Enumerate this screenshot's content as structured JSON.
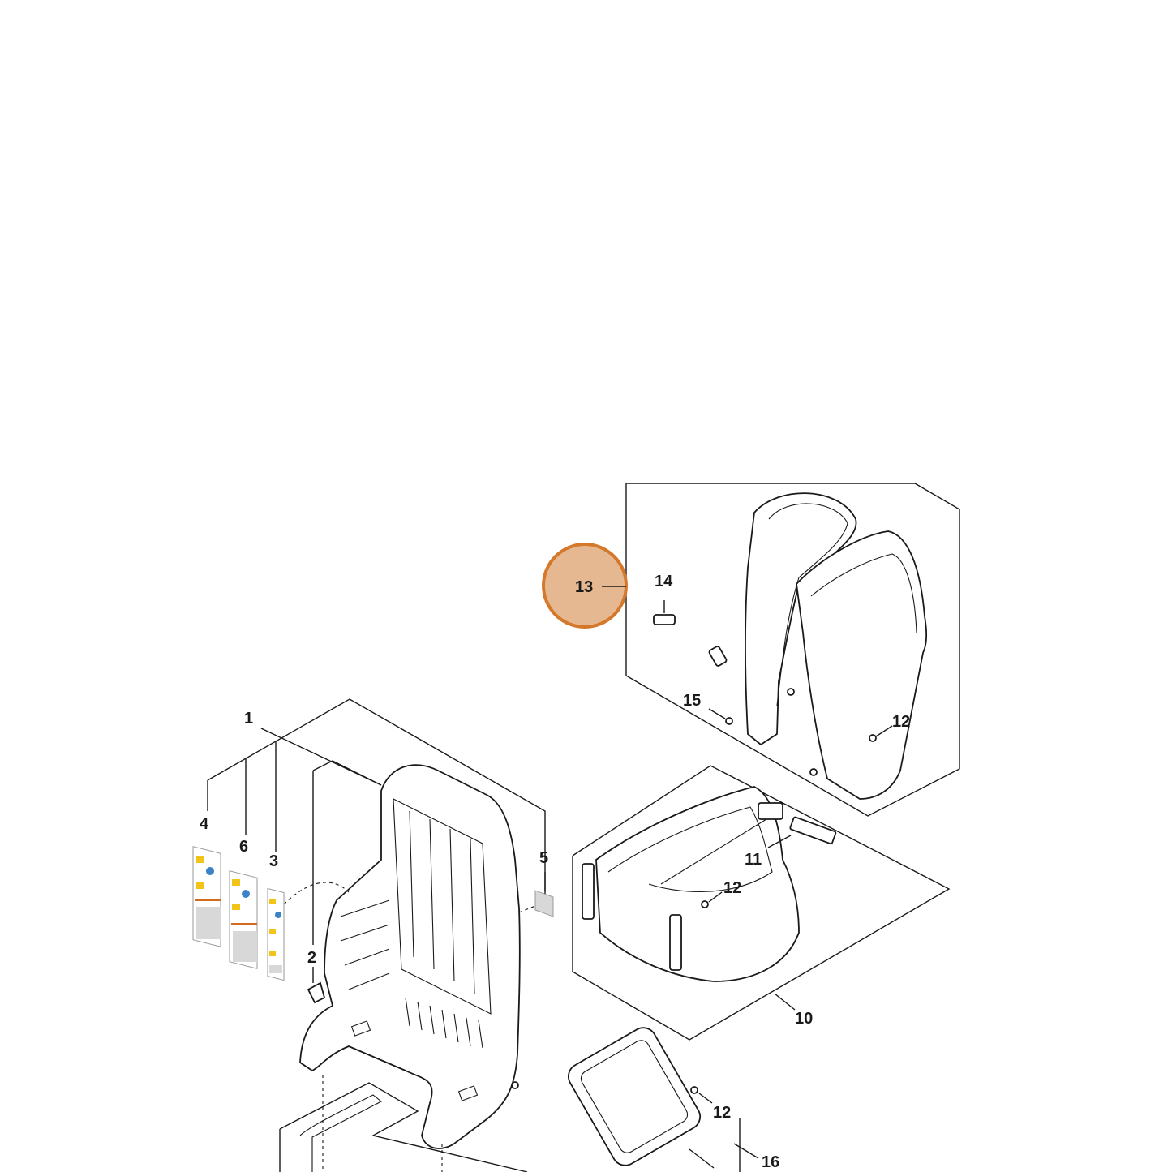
{
  "diagram": {
    "highlight": {
      "label": "13",
      "fill_color": "#e6b891",
      "stroke_color": "#d4782c"
    },
    "callouts": {
      "c1": "1",
      "c2": "2",
      "c3": "3",
      "c4": "4",
      "c5": "5",
      "c6": "6",
      "c10": "10",
      "c11": "11",
      "c12a": "12",
      "c12b": "12",
      "c12c": "12",
      "c14": "14",
      "c15": "15",
      "c16": "16"
    },
    "colors": {
      "line": "#1a1a1a",
      "label_yellow": "#f2c417",
      "label_blue": "#3c82c8",
      "label_orange": "#d46a22",
      "label_grey": "#d8d8d8"
    }
  }
}
